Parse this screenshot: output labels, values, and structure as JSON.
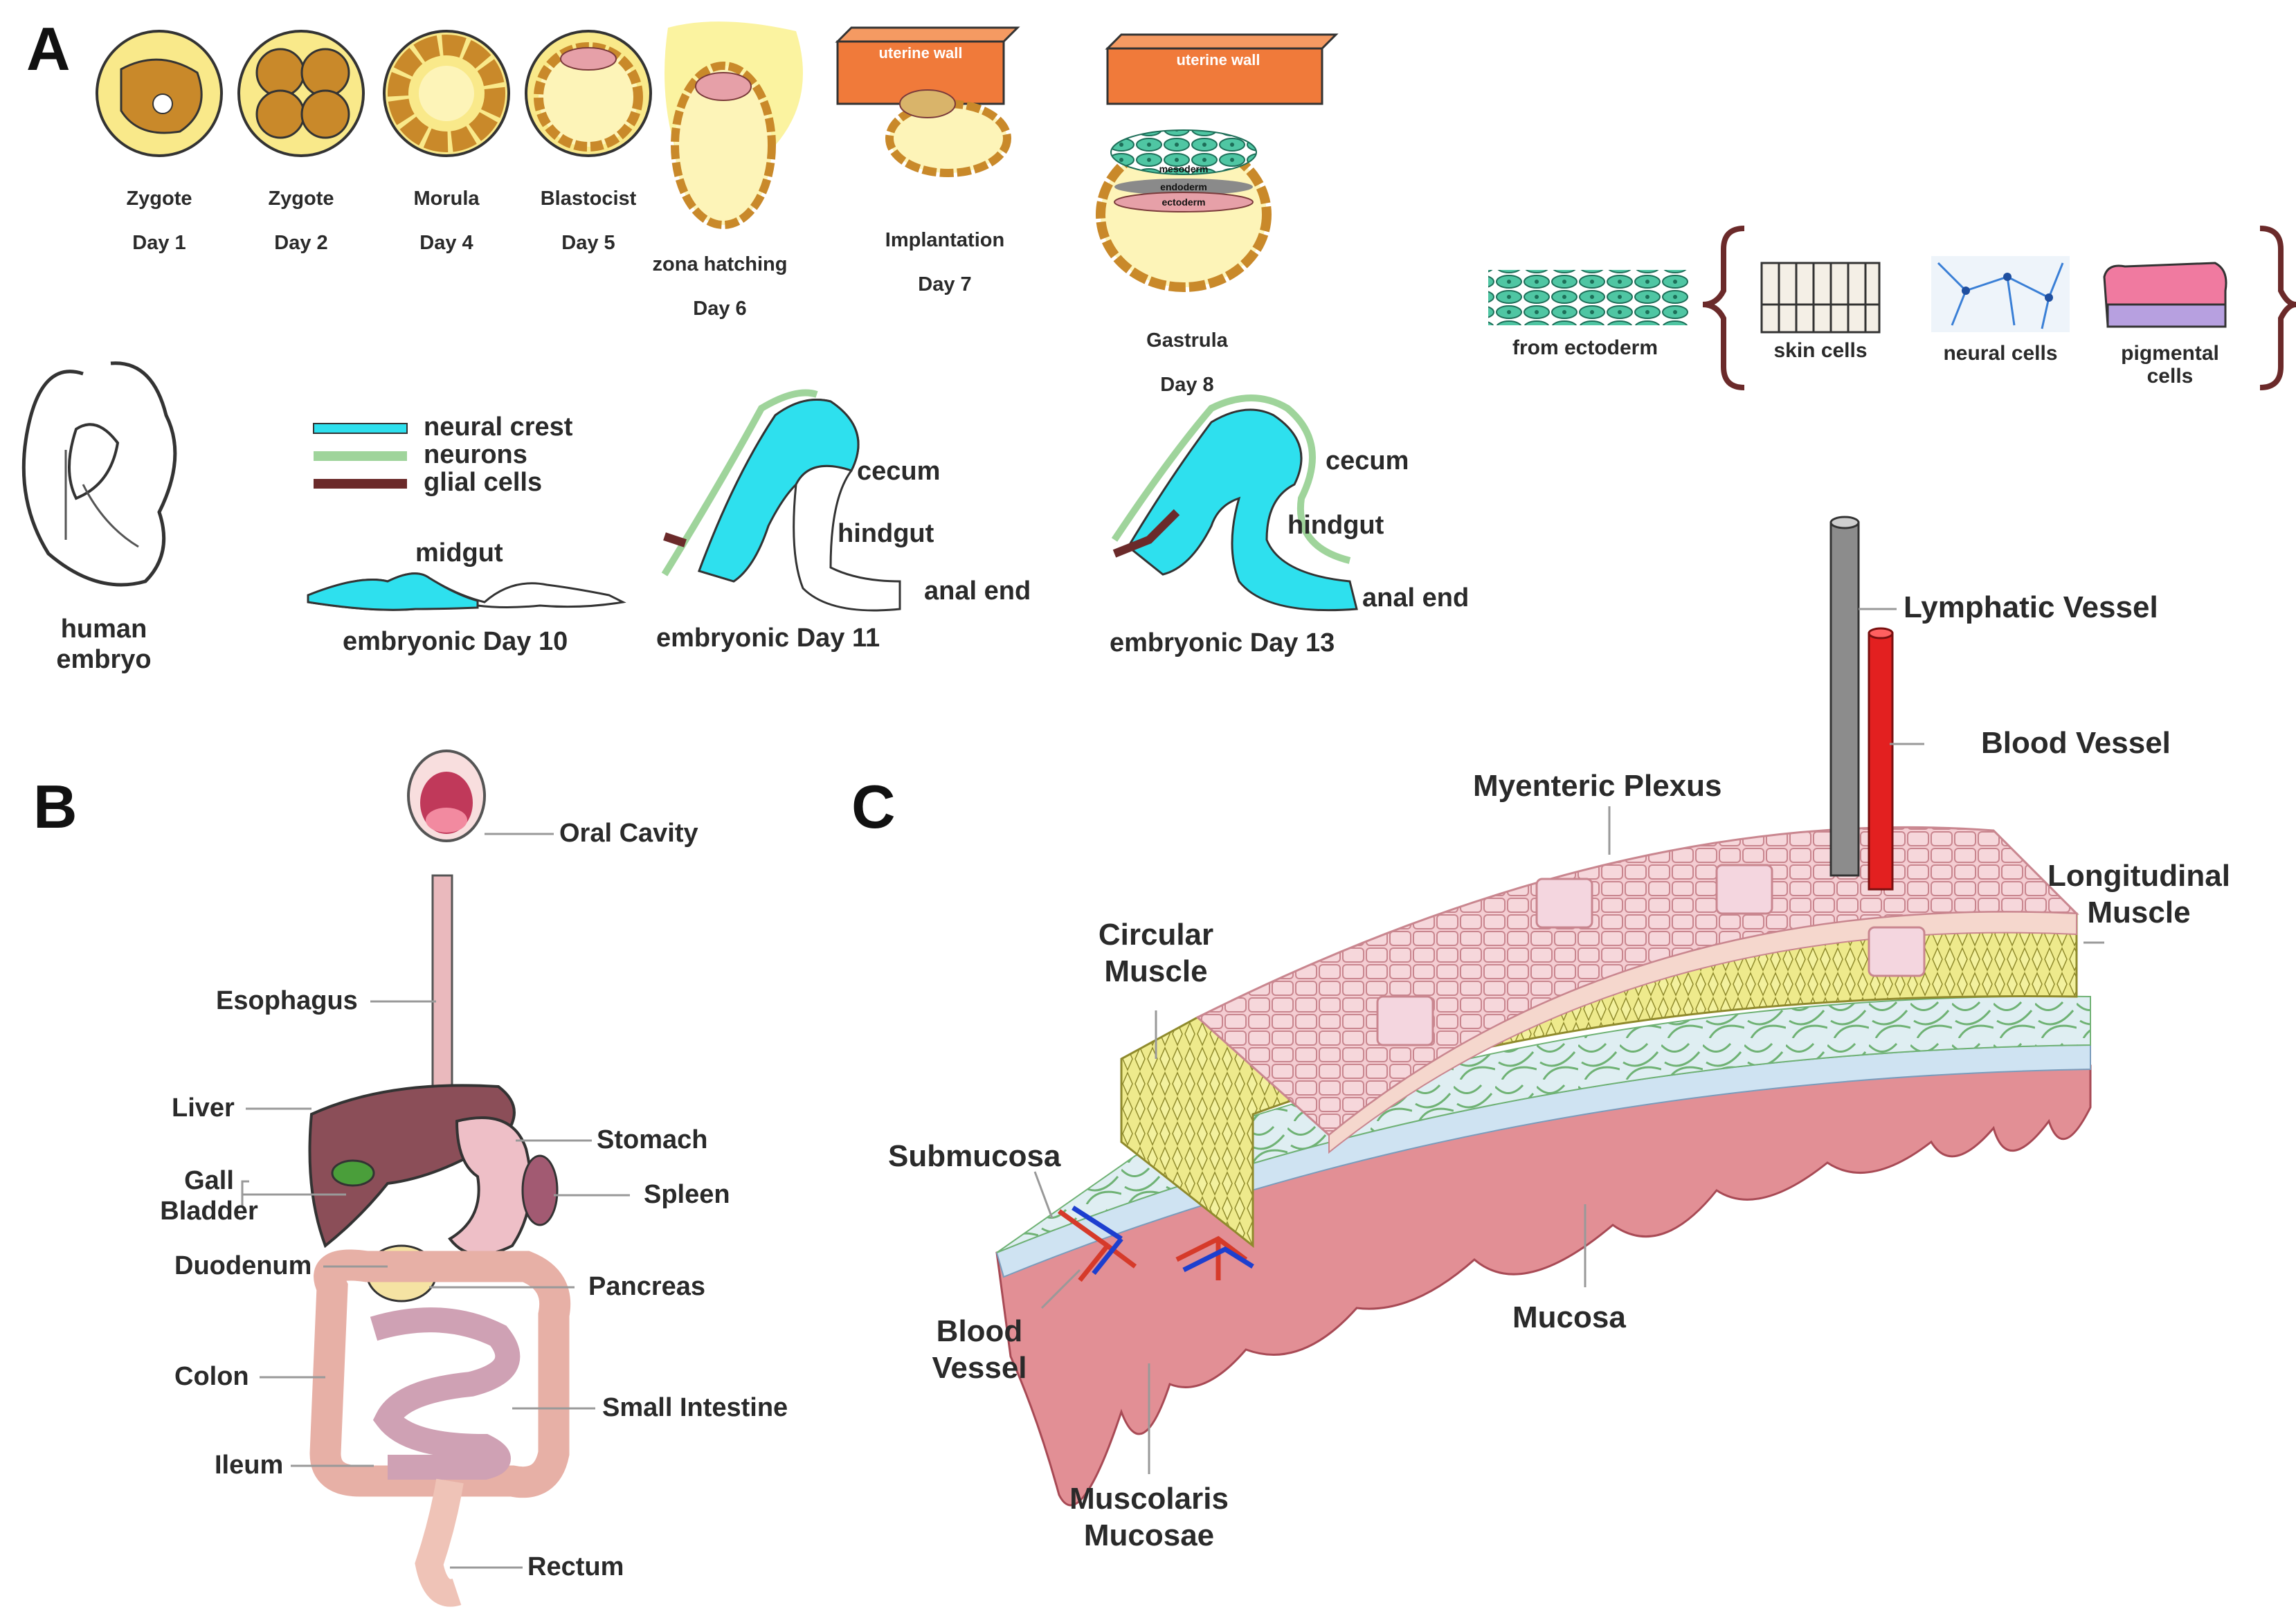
{
  "panels": {
    "a": "A",
    "b": "B",
    "c": "C"
  },
  "panel_a": {
    "stages": [
      {
        "name": "Zygote",
        "day": "Day 1"
      },
      {
        "name": "Zygote",
        "day": "Day 2"
      },
      {
        "name": "Morula",
        "day": "Day 4"
      },
      {
        "name": "Blastocist",
        "day": "Day 5"
      },
      {
        "name": "zona hatching",
        "day": "Day 6"
      },
      {
        "name": "Implantation",
        "day": "Day 7"
      },
      {
        "name": "Gastrula",
        "day": "Day 8"
      }
    ],
    "uterine_wall": "uterine wall",
    "germ_layers": {
      "mesoderm": "mesoderm",
      "endoderm": "endoderm",
      "ectoderm": "ectoderm"
    },
    "ectoderm_derivatives": {
      "source": "from ectoderm",
      "cells": [
        "skin cells",
        "neural cells",
        "pigmental cells"
      ]
    },
    "human_embryo": "human\nembryo",
    "legend": [
      {
        "label": "neural crest",
        "color": "#2ee0ee"
      },
      {
        "label": "neurons",
        "color": "#9fd49b"
      },
      {
        "label": "glial cells",
        "color": "#6b2a2a"
      }
    ],
    "gut_labels": {
      "midgut": "midgut",
      "cecum": "cecum",
      "hindgut": "hindgut",
      "anal_end": "anal end"
    },
    "days": [
      "embryonic Day 10",
      "embryonic Day 11",
      "embryonic Day 13"
    ]
  },
  "panel_b": {
    "organs": [
      "Oral Cavity",
      "Esophagus",
      "Liver",
      "Stomach",
      "Gall\nBladder",
      "Spleen",
      "Duodenum",
      "Pancreas",
      "Colon",
      "Small Intestine",
      "Ileum",
      "Rectum"
    ]
  },
  "panel_c": {
    "layers": [
      "Lymphatic Vessel",
      "Blood Vessel",
      "Myenteric Plexus",
      "Longitudinal\nMuscle",
      "Circular\nMuscle",
      "Submucosa",
      "Blood\nVessel",
      "Mucosa",
      "Muscolaris\nMucosae"
    ]
  },
  "colors": {
    "neural_crest": "#2ee0ee",
    "neurons": "#9fd49b",
    "glial": "#6b2a2a",
    "muscle_pink": "#f2c9cf",
    "muscle_yellow": "#ecea8a",
    "mucosa": "#e28f95",
    "uterine": "#f07a3a",
    "embryo_cell": "#f7e57a"
  }
}
